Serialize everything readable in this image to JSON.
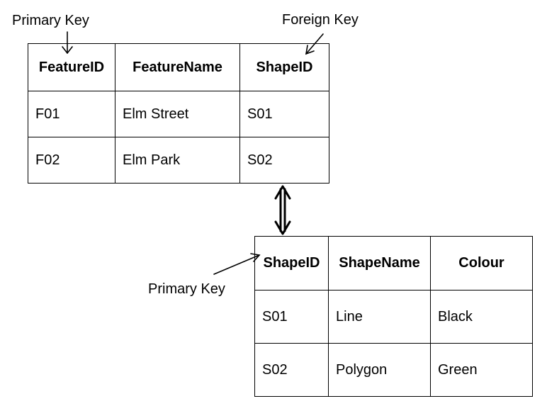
{
  "labels": {
    "primary_key_top": "Primary Key",
    "foreign_key": "Foreign Key",
    "primary_key_bottom": "Primary Key"
  },
  "feature_table": {
    "headers": [
      "FeatureID",
      "FeatureName",
      "ShapeID"
    ],
    "rows": [
      [
        "F01",
        "Elm Street",
        "S01"
      ],
      [
        "F02",
        "Elm Park",
        "S02"
      ]
    ]
  },
  "shape_table": {
    "headers": [
      "ShapeID",
      "ShapeName",
      "Colour"
    ],
    "rows": [
      [
        "S01",
        "Line",
        "Black"
      ],
      [
        "S02",
        "Polygon",
        "Green"
      ]
    ]
  }
}
